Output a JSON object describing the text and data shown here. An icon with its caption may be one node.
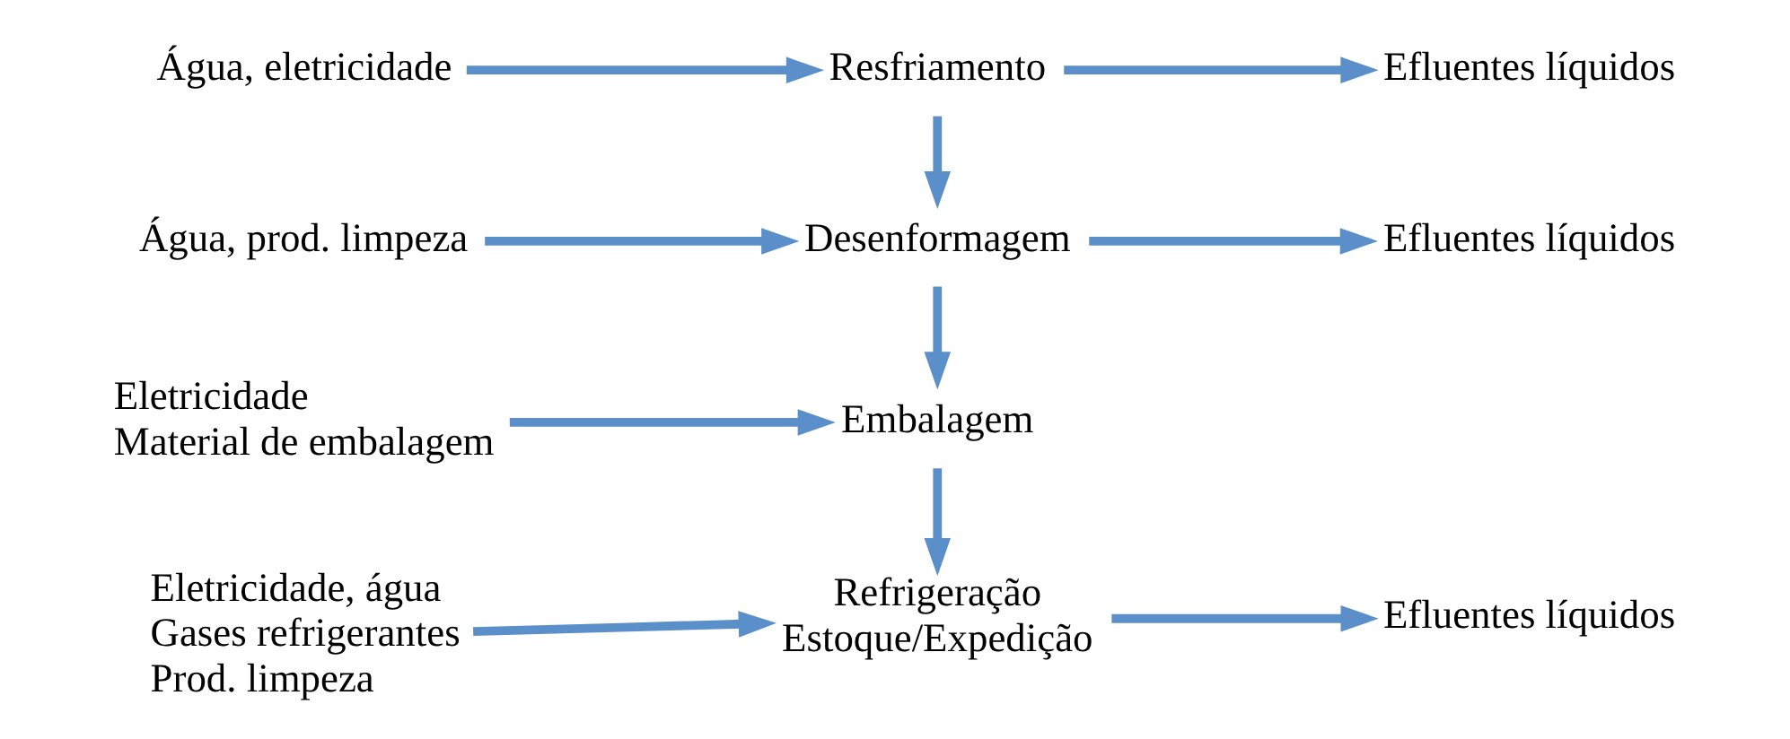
{
  "diagram": {
    "nodes": [
      {
        "text": [
          "Água, eletricidade"
        ]
      },
      {
        "text": [
          "Resfriamento"
        ]
      },
      {
        "text": [
          "Efluentes líquidos"
        ]
      },
      {
        "text": [
          "Água, prod. limpeza"
        ]
      },
      {
        "text": [
          "Desenformagem"
        ]
      },
      {
        "text": [
          "Efluentes líquidos"
        ]
      },
      {
        "text": [
          "Eletricidade",
          "Material de embalagem"
        ]
      },
      {
        "text": [
          "Embalagem"
        ]
      },
      {
        "text": [
          "Eletricidade, água",
          "Gases refrigerantes",
          "Prod. limpeza"
        ]
      },
      {
        "text": [
          "Refrigeração",
          "Estoque/Expedição"
        ]
      },
      {
        "text": [
          "Efluentes líquidos"
        ]
      }
    ],
    "edges": [
      {
        "from": 0,
        "to": 1,
        "arrow": "to"
      },
      {
        "from": 1,
        "to": 2,
        "arrow": "to"
      },
      {
        "from": 1,
        "to": 4,
        "arrow": "to"
      },
      {
        "from": 3,
        "to": 4,
        "arrow": "to"
      },
      {
        "from": 4,
        "to": 5,
        "arrow": "to"
      },
      {
        "from": 4,
        "to": 7,
        "arrow": "to"
      },
      {
        "from": 6,
        "to": 7,
        "arrow": "to"
      },
      {
        "from": 7,
        "to": 9,
        "arrow": "to"
      },
      {
        "from": 8,
        "to": 9,
        "arrow": "to"
      },
      {
        "from": 9,
        "to": 10,
        "arrow": "to"
      }
    ]
  }
}
